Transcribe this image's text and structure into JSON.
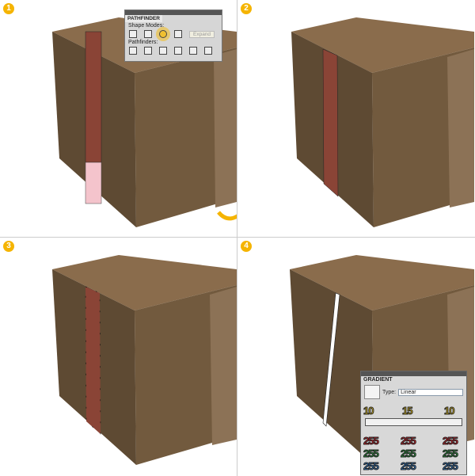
{
  "steps": [
    "1",
    "2",
    "3",
    "4"
  ],
  "pathfinder": {
    "title": "PATHFINDER",
    "shape_modes": "Shape Modes:",
    "expand": "Expand",
    "pathfinders": "Pathfinders:"
  },
  "gradient": {
    "title": "GRADIENT",
    "type_label": "Type:",
    "type_value": "Linear",
    "stop_labels": [
      "10",
      "15",
      "10"
    ],
    "red": [
      "255",
      "255",
      "255"
    ],
    "green": [
      "255",
      "255",
      "255"
    ],
    "blue": [
      "255",
      "255",
      "255"
    ]
  },
  "colors": {
    "top": "#8a6c4c",
    "front": "#725a3e",
    "side": "#5e4a33",
    "strip": "#8a4436",
    "badge": "#f5b400"
  }
}
